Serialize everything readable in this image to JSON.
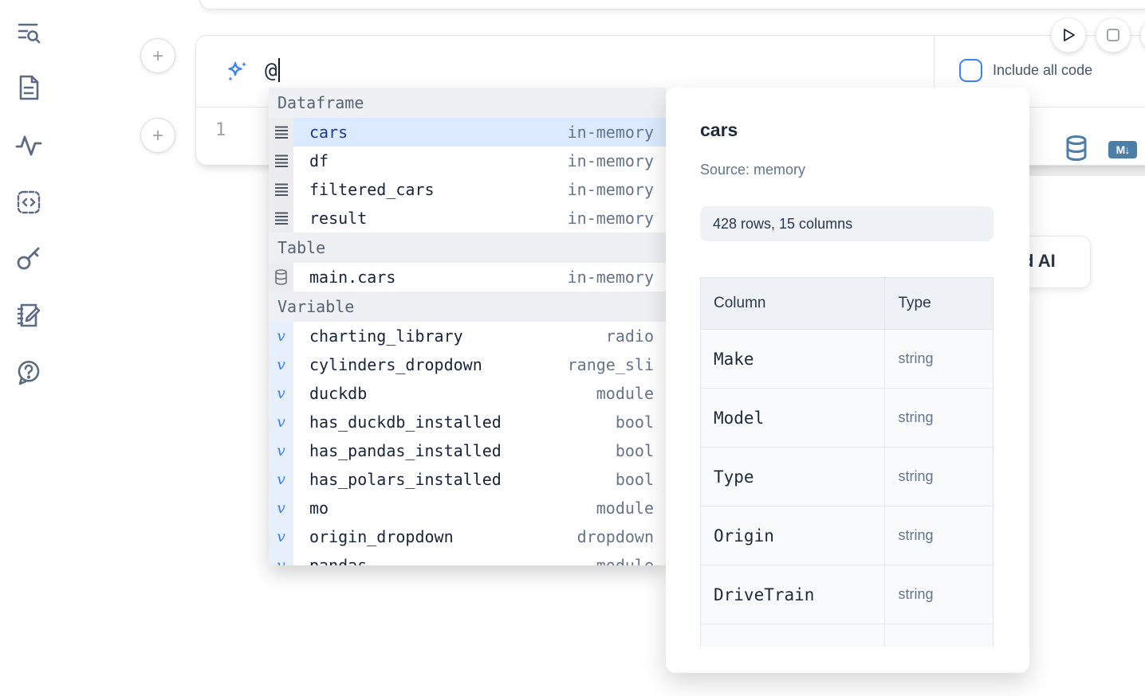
{
  "sidebar": {
    "items": [
      {
        "icon": "toc-search-icon"
      },
      {
        "icon": "file-icon"
      },
      {
        "icon": "activity-icon"
      },
      {
        "icon": "code-snippets-icon"
      },
      {
        "icon": "key-icon"
      },
      {
        "icon": "scratchpad-icon"
      },
      {
        "icon": "help-chat-icon"
      }
    ]
  },
  "cell": {
    "prompt_value": "@",
    "line_number": "1",
    "include_all_code_label": "Include all code",
    "markdown_badge": "M↓",
    "ai_button_fragment": "d AI"
  },
  "autocomplete": {
    "sections": [
      {
        "label": "Dataframe",
        "items": [
          {
            "icon": "dataframe-icon",
            "name": "cars",
            "type": "in-memory",
            "selected": true
          },
          {
            "icon": "dataframe-icon",
            "name": "df",
            "type": "in-memory",
            "selected": false
          },
          {
            "icon": "dataframe-icon",
            "name": "filtered_cars",
            "type": "in-memory",
            "selected": false
          },
          {
            "icon": "dataframe-icon",
            "name": "result",
            "type": "in-memory",
            "selected": false
          }
        ]
      },
      {
        "label": "Table",
        "items": [
          {
            "icon": "table-icon",
            "name": "main.cars",
            "type": "in-memory",
            "selected": false
          }
        ]
      },
      {
        "label": "Variable",
        "items": [
          {
            "icon": "variable-icon",
            "name": "charting_library",
            "type": "radio",
            "selected": false
          },
          {
            "icon": "variable-icon",
            "name": "cylinders_dropdown",
            "type": "range_sli",
            "selected": false
          },
          {
            "icon": "variable-icon",
            "name": "duckdb",
            "type": "module",
            "selected": false
          },
          {
            "icon": "variable-icon",
            "name": "has_duckdb_installed",
            "type": "bool",
            "selected": false
          },
          {
            "icon": "variable-icon",
            "name": "has_pandas_installed",
            "type": "bool",
            "selected": false
          },
          {
            "icon": "variable-icon",
            "name": "has_polars_installed",
            "type": "bool",
            "selected": false
          },
          {
            "icon": "variable-icon",
            "name": "mo",
            "type": "module",
            "selected": false
          },
          {
            "icon": "variable-icon",
            "name": "origin_dropdown",
            "type": "dropdown",
            "selected": false
          },
          {
            "icon": "variable-icon",
            "name": "pandas",
            "type": "module",
            "selected": false
          }
        ]
      }
    ]
  },
  "preview": {
    "title": "cars",
    "source": "Source: memory",
    "shape": "428 rows, 15 columns",
    "table": {
      "headers": [
        "Column",
        "Type"
      ],
      "rows": [
        {
          "column": "Make",
          "type": "string"
        },
        {
          "column": "Model",
          "type": "string"
        },
        {
          "column": "Type",
          "type": "string"
        },
        {
          "column": "Origin",
          "type": "string"
        },
        {
          "column": "DriveTrain",
          "type": "string"
        },
        {
          "column": "",
          "type": ""
        }
      ]
    }
  }
}
